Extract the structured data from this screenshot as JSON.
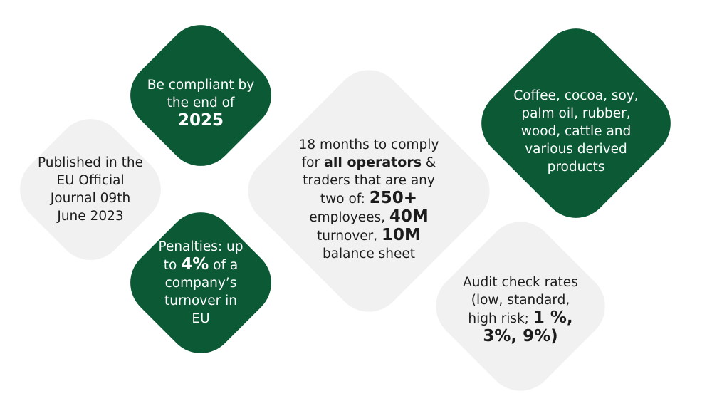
{
  "colors": {
    "green": "#0b5a35",
    "grey": "#f1f1f1",
    "text_dark": "#1c1c1c",
    "text_light": "#ffffff"
  },
  "published": {
    "line1": "Published in the",
    "line2": "EU Official",
    "line3": "Journal 09th",
    "line4": "June 2023"
  },
  "compliant": {
    "line1": "Be compliant by",
    "line2": "the end of",
    "year": "2025"
  },
  "penalties": {
    "line1": "Penalties: up",
    "line2_pre": "to ",
    "line2_bold": "4%",
    "line2_post": " of a",
    "line3": "company’s",
    "line4": "turnover in",
    "line5": "EU"
  },
  "comply": {
    "line1": "18 months to comply",
    "line2_pre": "for ",
    "line2_bold": "all operators",
    "line2_post": " &",
    "line3": "traders that are any",
    "line4_pre": "two of: ",
    "line4_bold": "250+",
    "line5_pre": "employees, ",
    "line5_bold": "40M",
    "line6_pre": "turnover, ",
    "line6_bold": "10M",
    "line7": "balance sheet"
  },
  "products": {
    "line1": "Coffee, cocoa, soy,",
    "line2": "palm oil, rubber,",
    "line3": "wood, cattle and",
    "line4": "various derived",
    "line5": "products"
  },
  "audit": {
    "line1": "Audit check rates",
    "line2": "(low, standard,",
    "line3_pre": "high risk; ",
    "line3_bold": "1 %,",
    "line4_bold": "3%, 9%)"
  }
}
